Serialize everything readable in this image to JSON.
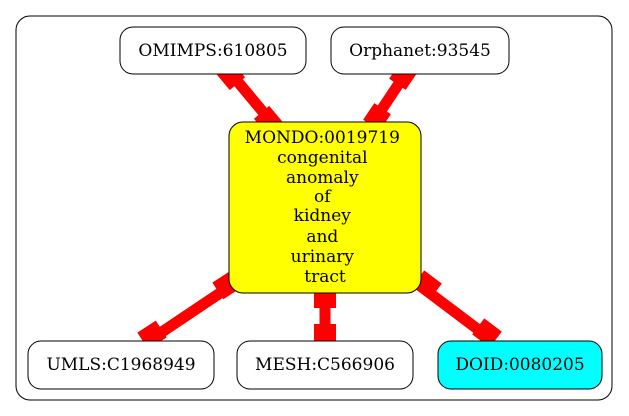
{
  "diagram": {
    "center": {
      "id": "MONDO:0019719",
      "lines": [
        "MONDO:0019719",
        "congenital",
        "anomaly",
        "of",
        "kidney",
        "and",
        "urinary",
        "tract"
      ],
      "fill": "#ffff00"
    },
    "nodes": [
      {
        "key": "omimps",
        "label": "OMIMPS:610805",
        "fill": "#ffffff"
      },
      {
        "key": "orphanet",
        "label": "Orphanet:93545",
        "fill": "#ffffff"
      },
      {
        "key": "umls",
        "label": "UMLS:C1968949",
        "fill": "#ffffff"
      },
      {
        "key": "mesh",
        "label": "MESH:C566906",
        "fill": "#ffffff"
      },
      {
        "key": "doid",
        "label": "DOID:0080205",
        "fill": "#00ffff"
      }
    ],
    "edge_color": "#ff0000",
    "frame_color": "#000000"
  }
}
